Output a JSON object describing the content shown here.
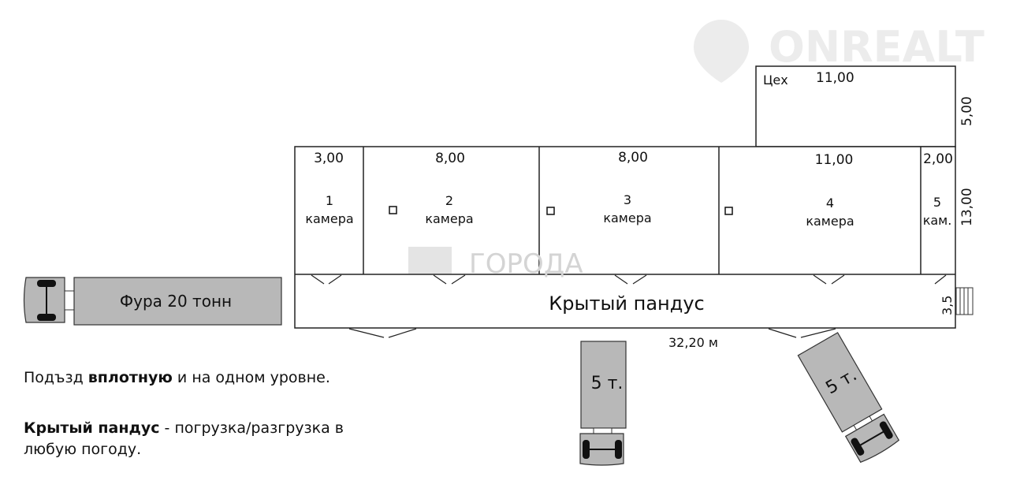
{
  "watermarks": [
    "ONREALT",
    "ГОРОДА"
  ],
  "workshop": {
    "label": "Цех",
    "width": "11,00",
    "depth": "5,00"
  },
  "chambers": [
    {
      "width": "3,00",
      "number": "1",
      "label": "камера"
    },
    {
      "width": "8,00",
      "number": "2",
      "label": "камера"
    },
    {
      "width": "8,00",
      "number": "3",
      "label": "камера"
    },
    {
      "width": "11,00",
      "number": "4",
      "label": "камера"
    },
    {
      "width": "2,00",
      "number": "5",
      "label": "кам."
    }
  ],
  "chamber_depth": "13,00",
  "ramp": {
    "label": "Крытый пандус",
    "depth": "3,5",
    "total_length": "32,20 м"
  },
  "trucks": {
    "big": "Фура 20 тонн",
    "small1": "5 т.",
    "small2": "5 т."
  },
  "notes": {
    "line1_pre": "Подъзд ",
    "line1_bold": "вплотную",
    "line1_post": " и на одном уровне.",
    "line2_bold": "Крытый пандус",
    "line2_post": " - погрузка/разгрузка в любую погоду."
  }
}
